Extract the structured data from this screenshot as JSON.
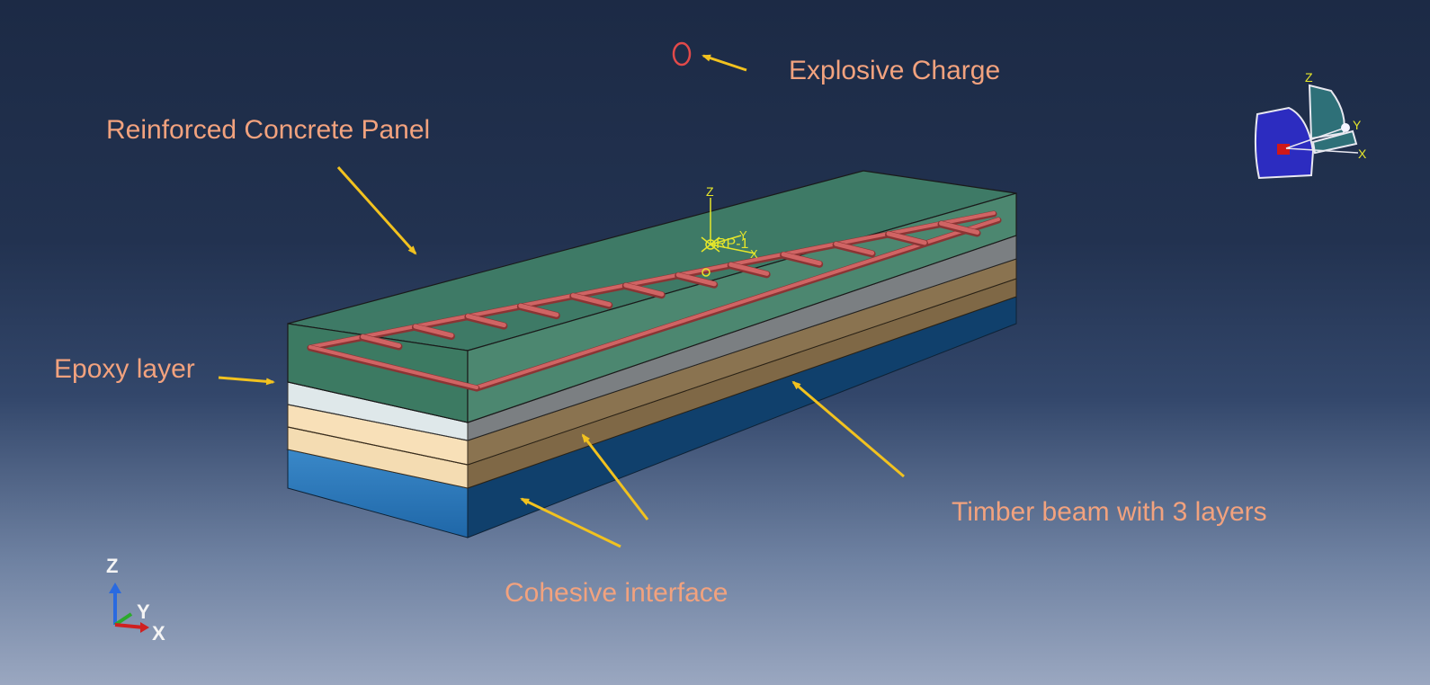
{
  "labels": {
    "explosive_charge": "Explosive Charge",
    "reinforced_concrete_panel": "Reinforced Concrete Panel",
    "epoxy_layer": "Epoxy layer",
    "timber_beam": "Timber beam with 3 layers",
    "cohesive_interface": "Cohesive interface"
  },
  "reference_point": {
    "name": "RP-1",
    "axis_z": "Z",
    "axis_y": "Y",
    "axis_x": "X"
  },
  "view_cube": {
    "axis_z": "Z",
    "axis_y": "Y",
    "axis_x": "X"
  },
  "triad": {
    "axis_z": "Z",
    "axis_y": "Y",
    "axis_x": "X"
  },
  "colors": {
    "label_text": "#f2a27e",
    "arrow": "#f2c21f",
    "rebar": "#d06464",
    "panel_top": "#3e7a66",
    "explosive_marker": "#e24a4a",
    "axis_yellow": "#e6e62a"
  }
}
